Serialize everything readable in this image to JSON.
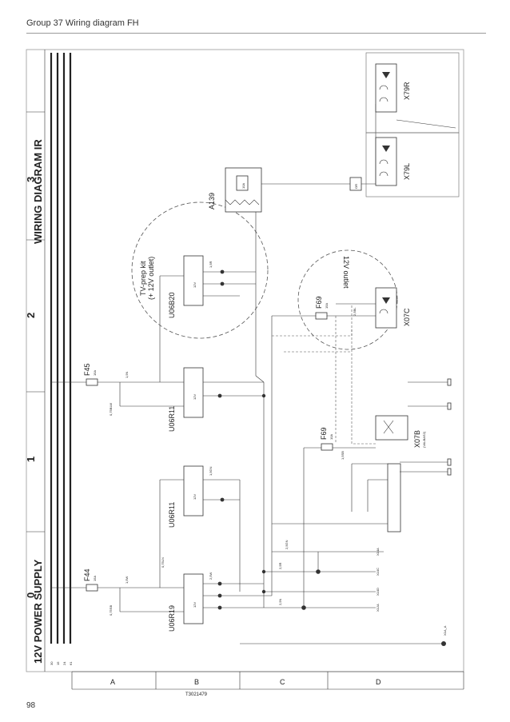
{
  "page": {
    "header": "Group 37 Wiring diagram FH",
    "page_number": "98",
    "drawing_number": "T3021479"
  },
  "diagram": {
    "sections": {
      "power_supply": "12V POWER SUPPLY",
      "wiring_ir": "WIRING DIAGRAM IR"
    },
    "column_numbers": [
      "0",
      "1",
      "2",
      "3"
    ],
    "row_letters": [
      "A",
      "B",
      "C",
      "D"
    ],
    "bus_labels": [
      "30",
      "15",
      "24",
      "61"
    ],
    "fuses": [
      "F44",
      "F45",
      "F69",
      "F69"
    ],
    "fuse_ratings": [
      "15A",
      "15A",
      "10A",
      "15A"
    ],
    "converters": [
      "U06R19",
      "U06R11",
      "U06R11",
      "U06B20"
    ],
    "converter_tag": "12V",
    "connectors": [
      "X07B",
      "X07C",
      "X79L",
      "X79R"
    ],
    "connector_sub": "(VALBAS2)",
    "module": "A139",
    "module_fuse": "10A",
    "relay": "OR",
    "kit_label_line1": "TV-prep kit",
    "kit_label_line2": "(+ 12V outlet)",
    "outlet_label": "12V outlet",
    "terminals": [
      "X10C",
      "X10D",
      "X12A",
      "X14A"
    ],
    "ground": "X1A_A",
    "wire_codes": [
      "2,5R",
      "2,5N",
      "2,5W",
      "2,5GN",
      "1,5W",
      "1,5GN",
      "1,5N",
      "1,5R",
      "1,5SB",
      "0,75SB",
      "0,75LN",
      "0,75BLW",
      "2,5BL"
    ]
  }
}
